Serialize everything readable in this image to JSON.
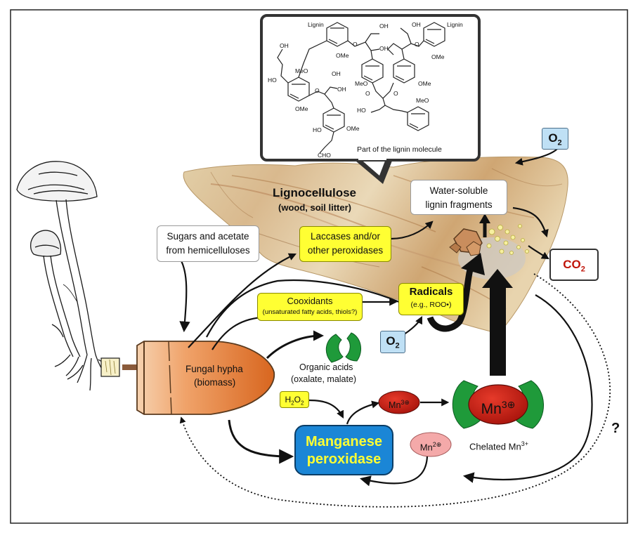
{
  "molecule": {
    "caption": "Part of the lignin molecule",
    "labels": [
      "Lignin",
      "Lignin",
      "OH",
      "OH",
      "OH",
      "OH",
      "OH",
      "OH",
      "OMe",
      "OMe",
      "OMe",
      "OMe",
      "OMe",
      "MeO",
      "MeO",
      "MeO",
      "HO",
      "HO",
      "HO",
      "HO",
      "O",
      "O",
      "O",
      "O",
      "O",
      "CHO"
    ]
  },
  "lignocellulose": {
    "title": "Lignocellulose",
    "subtitle": "(wood, soil litter)"
  },
  "water_soluble": {
    "line1": "Water-soluble",
    "line2": "lignin fragments"
  },
  "o2_label": "O",
  "o2_sub": "2",
  "co2_label": "CO",
  "co2_sub": "2",
  "sugars": {
    "line1": "Sugars and acetate",
    "line2": "from hemicelluloses"
  },
  "laccases": {
    "line1": "Laccases and/or",
    "line2": "other peroxidases"
  },
  "cooxidants": {
    "line1": "Cooxidants",
    "line2": "(unsaturated fatty acids, thiols?)"
  },
  "radicals": {
    "line1": "Radicals",
    "line2": "(e.g., ROO•)"
  },
  "hypha": {
    "line1": "Fungal hypha",
    "line2": "(biomass)"
  },
  "organic_acids": {
    "line1": "Organic acids",
    "line2": "(oxalate, malate)"
  },
  "h2o2": {
    "main": "H",
    "sub1": "2",
    "mid": "O",
    "sub2": "2"
  },
  "mn3_small": {
    "base": "Mn",
    "sup": "3⊕"
  },
  "mn3_large": {
    "base": "Mn",
    "sup": "3⊕"
  },
  "chelated": {
    "base": "Chelated Mn",
    "sup": "3+"
  },
  "mnp": {
    "line1": "Manganese",
    "line2": "peroxidase"
  },
  "mn2": {
    "base": "Mn",
    "sup": "2⊕"
  },
  "question": "?"
}
